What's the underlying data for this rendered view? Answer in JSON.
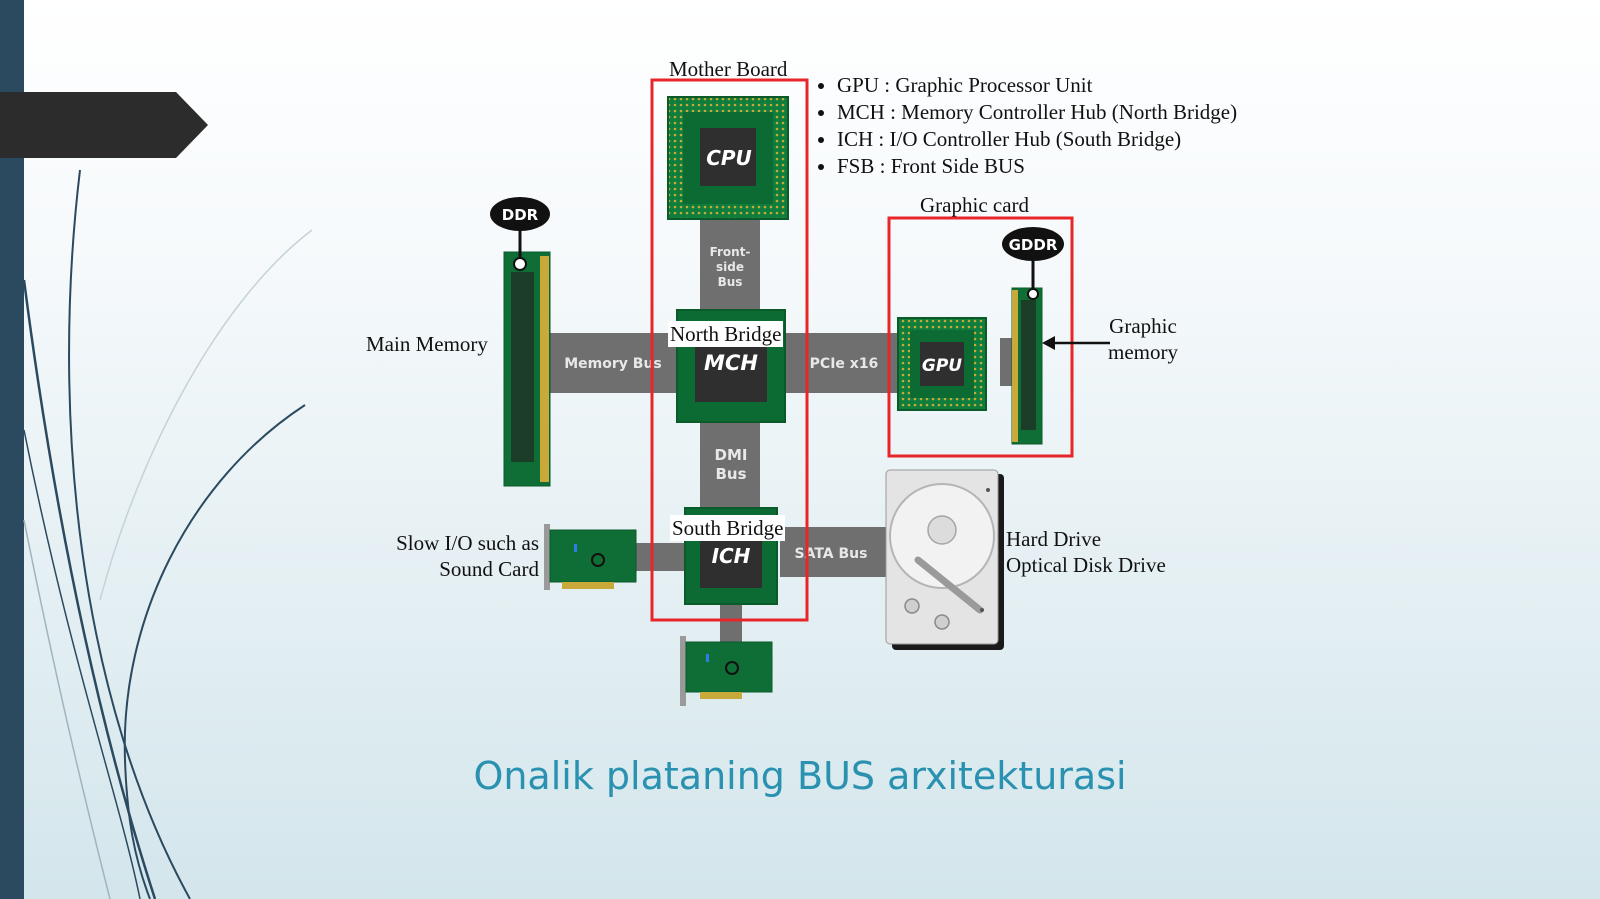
{
  "slide": {
    "title": "Onalik plataning BUS arxitekturasi"
  },
  "legend": [
    "GPU : Graphic Processor Unit",
    "MCH : Memory Controller Hub (North Bridge)",
    "ICH : I/O Controller Hub (South Bridge)",
    "FSB : Front Side BUS"
  ],
  "labels": {
    "mother_board": "Mother Board",
    "graphic_card": "Graphic card",
    "main_memory": "Main Memory",
    "north_bridge": "North Bridge",
    "south_bridge": "South Bridge",
    "graphic_memory_1": "Graphic",
    "graphic_memory_2": "memory",
    "slow_io_1": "Slow I/O such as",
    "slow_io_2": "Sound Card",
    "hard_drive": "Hard Drive",
    "optical_drive": "Optical Disk Drive"
  },
  "chips": {
    "cpu": "CPU",
    "mch": "MCH",
    "ich": "ICH",
    "gpu": "GPU",
    "ddr": "DDR",
    "gddr": "GDDR"
  },
  "buses": {
    "fsb_1": "Front-",
    "fsb_2": "side",
    "fsb_3": "Bus",
    "memory_bus": "Memory Bus",
    "pcie": "PCIe x16",
    "dmi_1": "DMI",
    "dmi_2": "Bus",
    "sata": "SATA Bus"
  },
  "colors": {
    "sidebar": "#2b4a5f",
    "bus": "#6f6f6f",
    "chip_green": "#0c6b33",
    "chip_core": "#2f2f2f",
    "highlight_box": "#e8262a",
    "title": "#2a91b0"
  }
}
